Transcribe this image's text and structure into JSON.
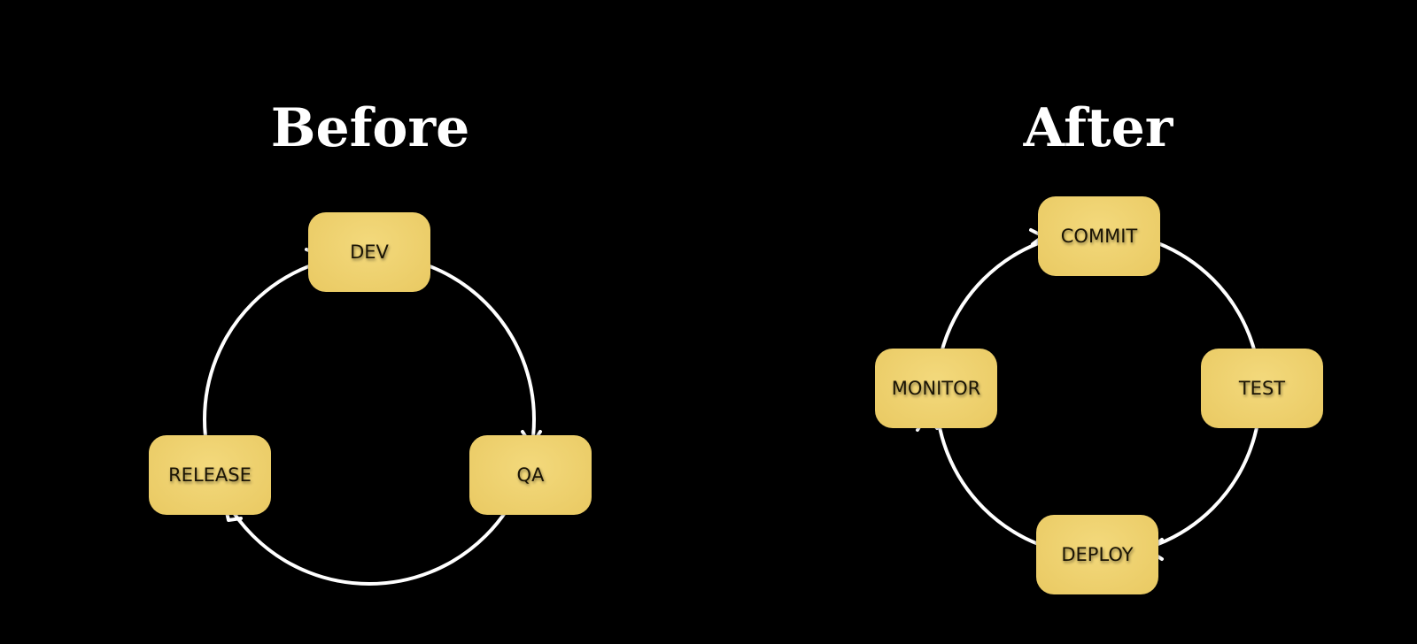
{
  "before": {
    "title": "Before",
    "nodes": [
      "DEV",
      "QA",
      "RELEASE"
    ]
  },
  "after": {
    "title": "After",
    "nodes": [
      "COMMIT",
      "TEST",
      "DEPLOY",
      "MONITOR"
    ]
  },
  "colors": {
    "background": "#000000",
    "node": "#edcf6e",
    "arrow": "#ffffff"
  }
}
